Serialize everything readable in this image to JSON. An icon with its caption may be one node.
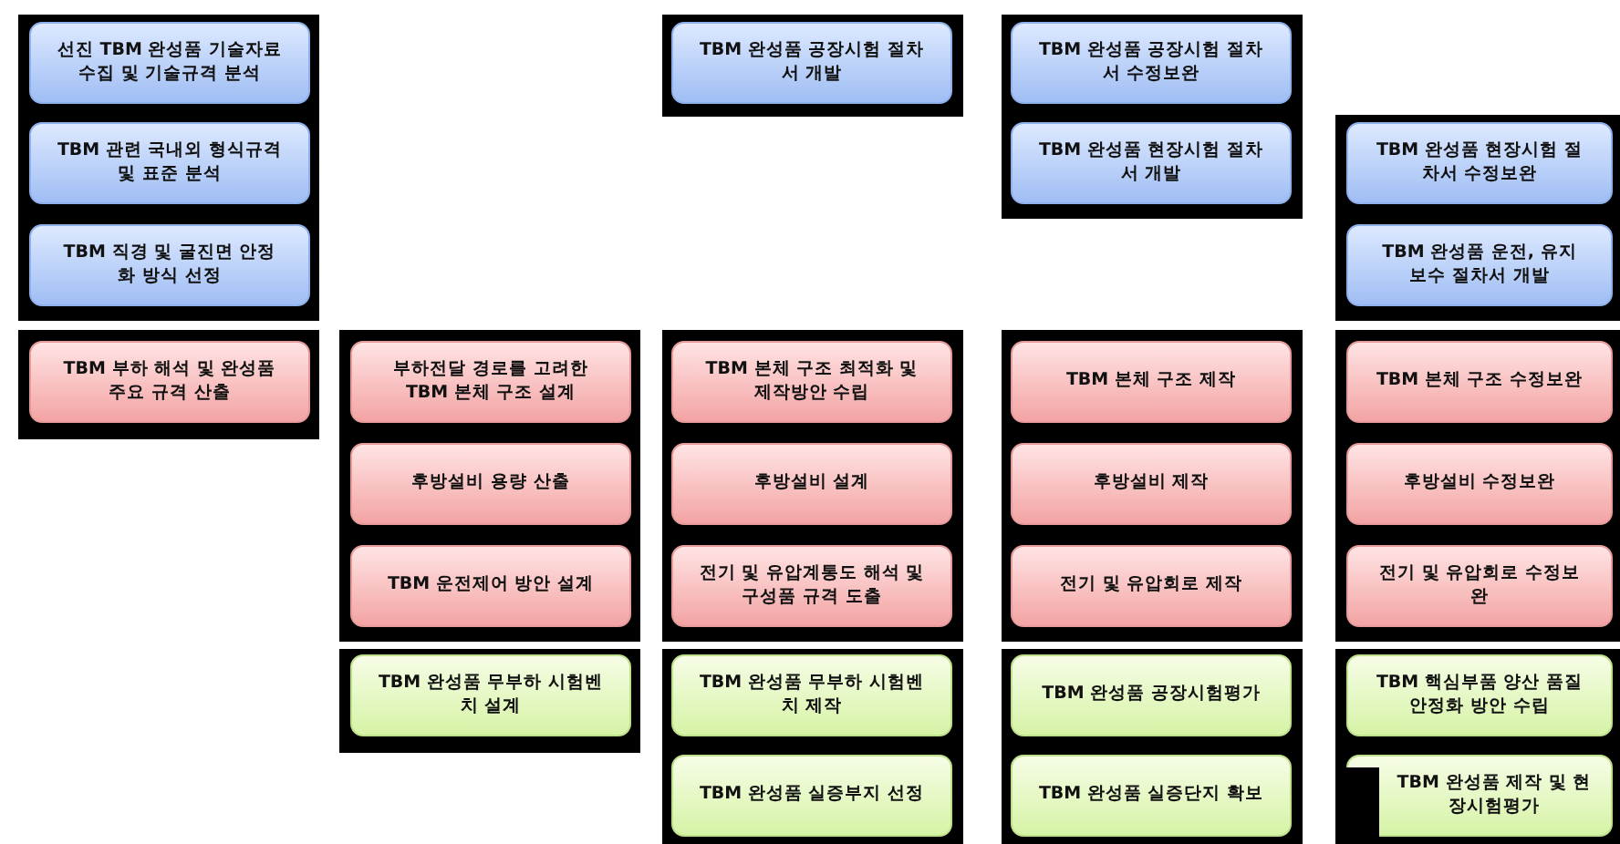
{
  "diagram": {
    "nodes": [
      {
        "text": [
          "선진 TBM 완성품 기술자료 수집 및 기술규격 분석"
        ]
      },
      {
        "text": [
          "TBM 관련 국내외 형식규격 및 표준 분석"
        ]
      },
      {
        "text": [
          "TBM 직경 및 굴진면 안정화 방식 선정"
        ]
      },
      {
        "text": [
          "TBM 부하 해석 및 완성품 주요 규격 산출"
        ]
      },
      {
        "text": [
          "부하전달 경로를 고려한 TBM 본체 구조 설계"
        ]
      },
      {
        "text": [
          "후방설비 용량 산출"
        ]
      },
      {
        "text": [
          "TBM 운전제어 방안 설계"
        ]
      },
      {
        "text": [
          "TBM 완성품 무부하 시험벤치 설계"
        ]
      },
      {
        "text": [
          "TBM 완성품 공장시험 절차서 개발"
        ]
      },
      {
        "text": [
          "TBM 본체 구조 최적화 및 제작방안 수립"
        ]
      },
      {
        "text": [
          "후방설비 설계"
        ]
      },
      {
        "text": [
          "전기 및 유압계통도 해석 및 구성품 규격 도출"
        ]
      },
      {
        "text": [
          "TBM 완성품 무부하 시험벤치 제작"
        ]
      },
      {
        "text": [
          "TBM 완성품 실증부지 선정"
        ]
      },
      {
        "text": [
          "TBM 완성품 공장시험 절차서 수정보완"
        ]
      },
      {
        "text": [
          "TBM 완성품 현장시험 절차서 개발"
        ]
      },
      {
        "text": [
          "TBM 본체 구조 제작"
        ]
      },
      {
        "text": [
          "후방설비 제작"
        ]
      },
      {
        "text": [
          "전기 및 유압회로 제작"
        ]
      },
      {
        "text": [
          "TBM 완성품 공장시험평가"
        ]
      },
      {
        "text": [
          "TBM 완성품 실증단지 확보"
        ]
      },
      {
        "text": [
          "TBM 완성품 현장시험 절차서 수정보완"
        ]
      },
      {
        "text": [
          "TBM 완성품 운전, 유지보수 절차서 개발"
        ]
      },
      {
        "text": [
          "TBM 본체 구조 수정보완"
        ]
      },
      {
        "text": [
          "후방설비 수정보완"
        ]
      },
      {
        "text": [
          "전기 및 유압회로 수정보완"
        ]
      },
      {
        "text": [
          "TBM 핵심부품 양산 품질 안정화 방안 수립"
        ]
      },
      {
        "text": [
          "TBM 완성품 제작 및 현장시험평가"
        ]
      }
    ]
  }
}
